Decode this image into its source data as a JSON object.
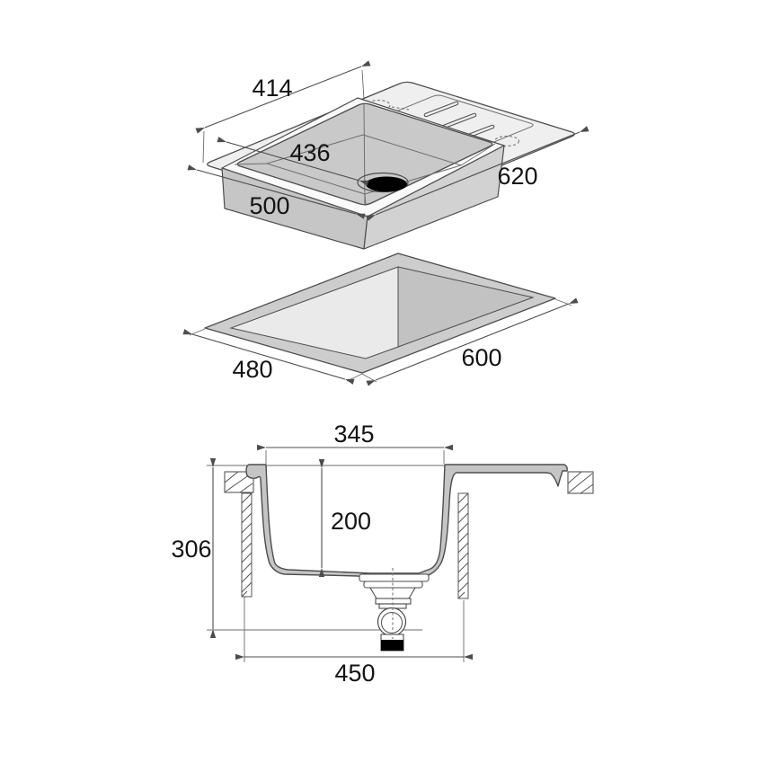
{
  "drawing": {
    "subject": "kitchen sink technical installation drawing",
    "background": "#ffffff",
    "colors": {
      "line": "#4d4d4d",
      "label": "#141414",
      "plate_fill": "#efefef",
      "bowl_fill": "#c9c9c9",
      "rim_band_fill": "#fafafa",
      "bowl_side_left_fill": "#c6c6c6",
      "bowl_side_right_fill": "#d2d2d2",
      "cutout_band_fill": "#cdcdcd",
      "cutout_wall_light": "#eaeaea",
      "cutout_wall_dark": "#c2c2c2",
      "section_fill": "#c5c5c5",
      "drain_hole_fill": "#000000"
    },
    "views": {
      "isometric": {
        "width_back": "414",
        "bowl_length": "436",
        "length_overall": "620",
        "bowl_width": "500"
      },
      "cutout": {
        "width": "480",
        "length": "600"
      },
      "section": {
        "bowl_top_width": "345",
        "bowl_depth": "200",
        "height_overall": "306",
        "base_width": "450"
      }
    }
  }
}
